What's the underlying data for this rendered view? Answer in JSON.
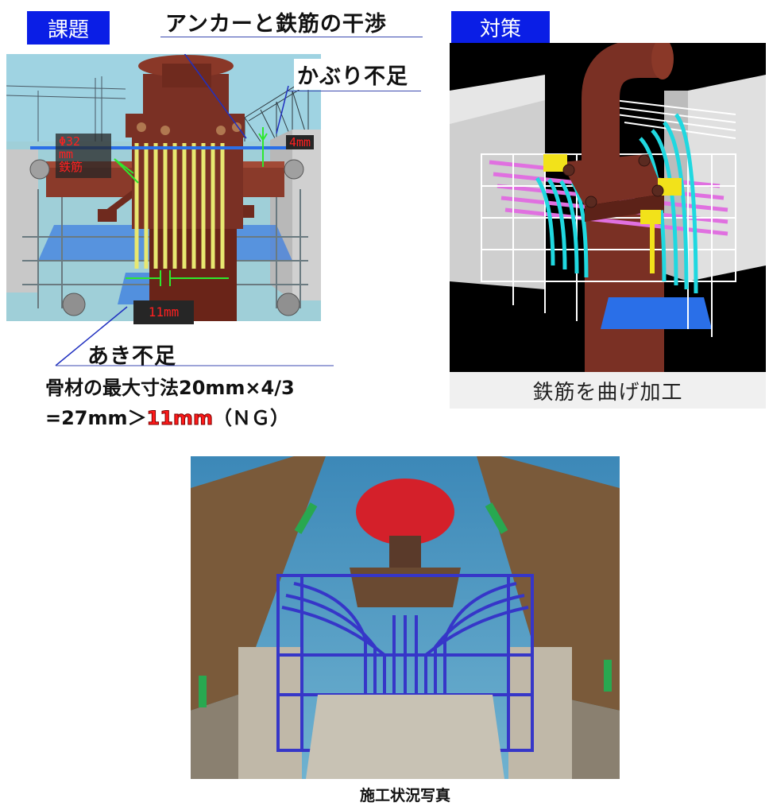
{
  "problem": {
    "tag": "課題",
    "callout_interference": "アンカーと鉄筋の干渉",
    "callout_cover": "かぶり不足",
    "label_diameter_1": "Φ32",
    "label_diameter_2": "mm",
    "label_diameter_3": "鉄筋",
    "label_cover_dim": "4mm",
    "label_gap_dim": "11mm",
    "callout_gap": "あき不足",
    "note_line1": "骨材の最大寸法20mm×4/3",
    "note_line2_prefix": "=27mm＞",
    "note_line2_ng_value": "11mm",
    "note_line2_suffix": "（ＮＧ）"
  },
  "countermeasure": {
    "tag": "対策",
    "caption": "鉄筋を曲げ加工"
  },
  "photo": {
    "caption": "施工状況写真"
  },
  "colors": {
    "tag_bg": "#0a1ee6",
    "ng_red": "#ff1a1a",
    "bollard_brown": "#7a3024",
    "rebar_yellow": "#e8e870",
    "rebar_cyan": "#20d8e0",
    "rebar_magenta": "#e070e0",
    "rebar_blue": "#3636c8",
    "dim_green": "#2ee82e"
  }
}
